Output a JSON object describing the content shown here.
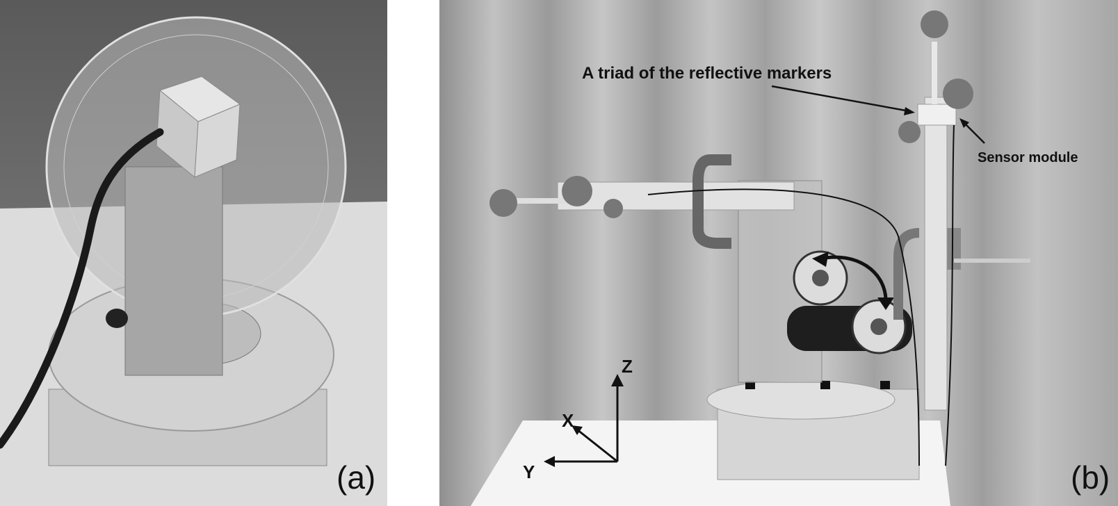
{
  "panels": [
    {
      "id": "a",
      "label": "(a)"
    },
    {
      "id": "b",
      "label": "(b)"
    }
  ],
  "annotations": {
    "markers": "A triad of the reflective markers",
    "sensor": "Sensor module"
  },
  "axes": {
    "z": "Z",
    "x": "X",
    "y": "Y"
  },
  "colors": {
    "photo_tone": "grayscale",
    "annotation": "#111111"
  }
}
